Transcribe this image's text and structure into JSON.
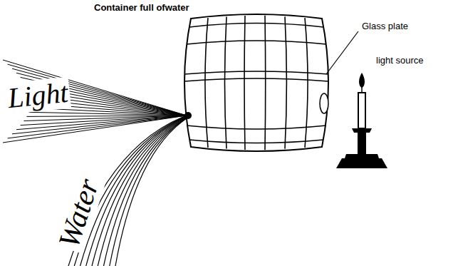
{
  "diagram": {
    "labels": [
      "Container full ofwater",
      "Glass plate",
      "light source",
      "Light",
      "Water"
    ]
  }
}
